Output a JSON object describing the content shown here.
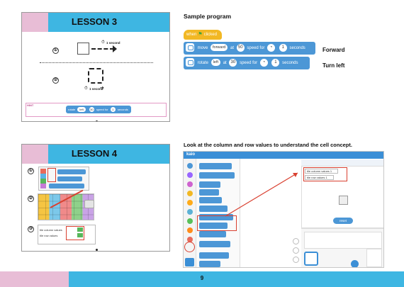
{
  "lesson3": {
    "title": "LESSON 3",
    "steps": [
      "①",
      "②"
    ],
    "step1_caption": "1 second",
    "step2_caption": "1 second",
    "hint_label": "HINT",
    "hint_block": {
      "action": "rotate",
      "direction": "left",
      "speed": "30",
      "speed_label": "speed for",
      "count": "1",
      "unit": "seconds"
    }
  },
  "sample": {
    "heading": "Sample program",
    "hat": {
      "when": "when",
      "clicked": "clicked"
    },
    "move": {
      "action": "move",
      "direction": "forward",
      "at": "at",
      "speed": "50",
      "speed_label": "speed for",
      "count": "1",
      "unit": "seconds"
    },
    "rotate": {
      "action": "rotate",
      "direction": "left",
      "at": "at",
      "speed": "30",
      "speed_label": "speed for",
      "count": "1",
      "unit": "seconds"
    },
    "label_forward": "Forward",
    "label_turn": "Turn left"
  },
  "lesson4": {
    "title": "LESSON 4",
    "steps": [
      "①",
      "②",
      "③"
    ],
    "readout_col": "tile column values",
    "readout_row": "tile row values"
  },
  "editor": {
    "heading": "Look at the column and row values to understand the cell concept.",
    "logo": "kaio",
    "readout_col": "tile column values 1",
    "readout_row": "tile row values 1",
    "stage_button": "reset"
  },
  "footer": {
    "page": "9"
  },
  "colors": {
    "pink": "#e8bdd6",
    "blue": "#3eb6e2",
    "motion": "#4c97d6",
    "event": "#f2b824",
    "highlight": "#d94030"
  }
}
